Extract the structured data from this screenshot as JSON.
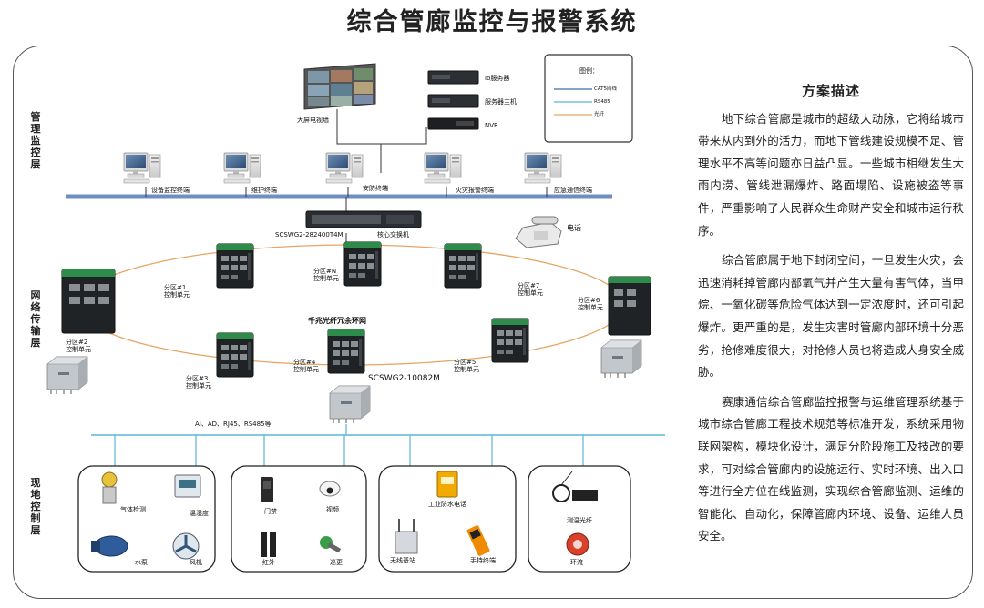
{
  "title": "综合管廊监控与报警系统",
  "layers": {
    "management": "管理监控层",
    "network": "网络传输层",
    "field": "现地控制层"
  },
  "management": {
    "video_wall": "大屏电视墙",
    "servers": [
      "Io服务器",
      "服务器主机",
      "NVR"
    ],
    "legend": {
      "title": "图例：",
      "items": [
        {
          "label": "CAT5网线",
          "color": "#3a6fa8"
        },
        {
          "label": "RS485",
          "color": "#5ab5d8"
        },
        {
          "label": "光纤",
          "color": "#e6a563"
        }
      ]
    },
    "terminals": [
      "设备监控终端",
      "维护终端",
      "安防终端",
      "火灾报警终端",
      "应急通信终端"
    ],
    "core_switch": "SCSWG2-282400T4M",
    "core_switch_label": "核心交换机",
    "phone": "电话"
  },
  "network": {
    "ring_label": "千兆光纤冗余环网",
    "bottom_switch_model": "SCSWG2-10082M",
    "nodes": [
      {
        "zone": "分区#N",
        "unit": "控制单元"
      },
      {
        "zone": "分区#1",
        "unit": "控制单元"
      },
      {
        "zone": "分区#7",
        "unit": "控制单元"
      },
      {
        "zone": "分区#2",
        "unit": "控制单元"
      },
      {
        "zone": "分区#6",
        "unit": "控制单元"
      },
      {
        "zone": "分区#4",
        "unit": "控制单元"
      },
      {
        "zone": "分区#5",
        "unit": "控制单元"
      },
      {
        "zone": "分区#3",
        "unit": "控制单元"
      }
    ],
    "io_label": "AI、AD、RJ45、RS485等"
  },
  "field": {
    "group1": [
      "气体检测",
      "温湿度",
      "水泵",
      "风机"
    ],
    "group2": [
      "门禁",
      "视频",
      "红外",
      "巡更"
    ],
    "group3": [
      "工业防水电话",
      "无线基站",
      "手持终端"
    ],
    "group4": [
      "测温光纤",
      "环流"
    ]
  },
  "description": {
    "heading": "方案描述",
    "paragraphs": [
      "地下综合管廊是城市的超级大动脉，它将给城市带来从内到外的活力，而地下管线建设规模不足、管理水平不高等问题亦日益凸显。一些城市相继发生大雨内涝、管线泄漏爆炸、路面塌陷、设施被盗等事件，严重影响了人民群众生命财产安全和城市运行秩序。",
      "综合管廊属于地下封闭空间，一旦发生火灾，会迅速消耗掉管廊内部氧气并产生大量有害气体，当甲烷、一氧化碳等危险气体达到一定浓度时，还可引起爆炸。更严重的是，发生灾害时管廊内部环境十分恶劣，抢修难度很大，对抢修人员也将造成人身安全威胁。",
      "赛康通信综合管廊监控报警与运维管理系统基于城市综合管廊工程技术规范等标准开发，系统采用物联网架构，模块化设计，满足分阶段施工及技改的要求，可对综合管廊内的设施运行、实时环境、出入口等进行全方位在线监测，实现综合管廊监测、运维的智能化、自动化，保障管廊内环境、设备、运维人员安全。"
    ]
  },
  "colors": {
    "cat5": "#3a6fa8",
    "rs485": "#5ab5d8",
    "fiber": "#e6a563",
    "switch_green": "#2d8c4a"
  }
}
